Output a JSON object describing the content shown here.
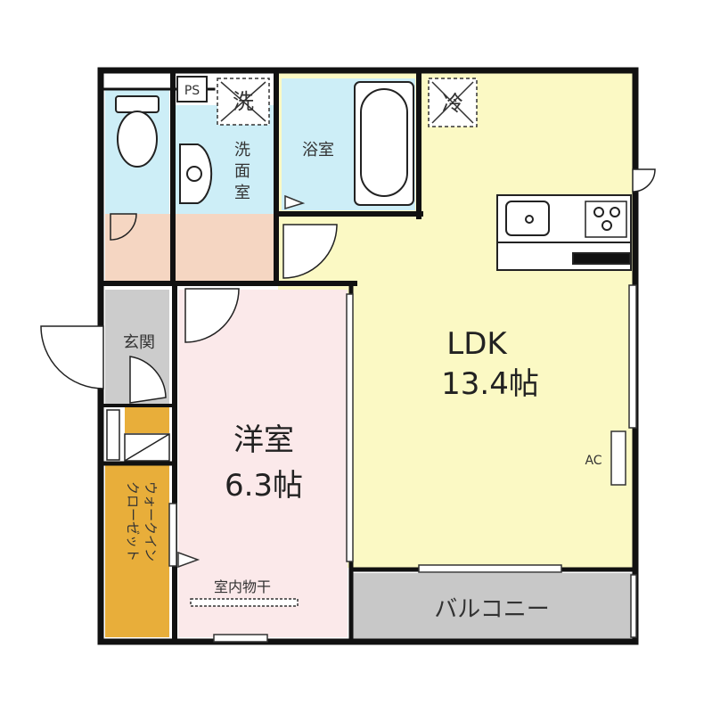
{
  "colors": {
    "ldk": "#fbf9c4",
    "western": "#fbe9ea",
    "hall": "#f5d6c2",
    "wet": "#cdeef7",
    "entrance": "#cccccc",
    "walkin": "#e8ae3a",
    "balcony": "#c8c8c8",
    "wall": "#111111"
  },
  "rooms": {
    "ldk": {
      "name": "LDK",
      "size": "13.4帖"
    },
    "western": {
      "name": "洋室",
      "size": "6.3帖"
    },
    "bath": {
      "name": "浴室"
    },
    "washroom": {
      "name": [
        "洗",
        "面",
        "室"
      ]
    },
    "entrance": {
      "name": "玄関"
    },
    "walkin": {
      "name": [
        "ウォークイン",
        "クローゼット"
      ]
    },
    "balcony": {
      "name": "バルコニー"
    }
  },
  "labels": {
    "ps": "PS",
    "washer": "洗",
    "fridge": "冷",
    "ac": "AC",
    "drying": "室内物干"
  }
}
